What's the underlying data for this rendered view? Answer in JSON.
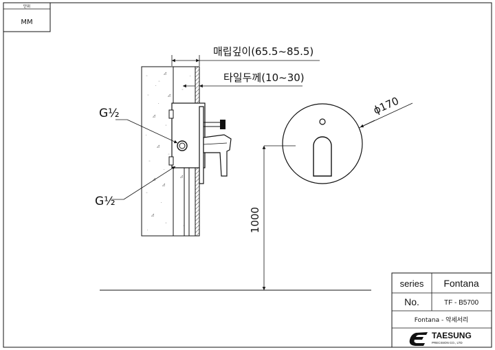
{
  "unit_box": {
    "label": "단위",
    "value": "MM"
  },
  "dimensions": {
    "embed_depth": "매립깊이(65.5~85.5)",
    "tile_thickness": "타일두께(10~30)",
    "diameter": "ϕ170",
    "height": "1000"
  },
  "pipe_labels": {
    "upper": "G½",
    "lower": "G½"
  },
  "title_block": {
    "series_label": "series",
    "series_value": "Fontana",
    "no_label": "No.",
    "no_value": "TF - B5700",
    "description": "Fontana - 악세서리",
    "brand": "TAESUNG",
    "brand_sub": "PRECISION CO., LTD"
  },
  "colors": {
    "line": "#111111",
    "paper": "#ffffff"
  }
}
